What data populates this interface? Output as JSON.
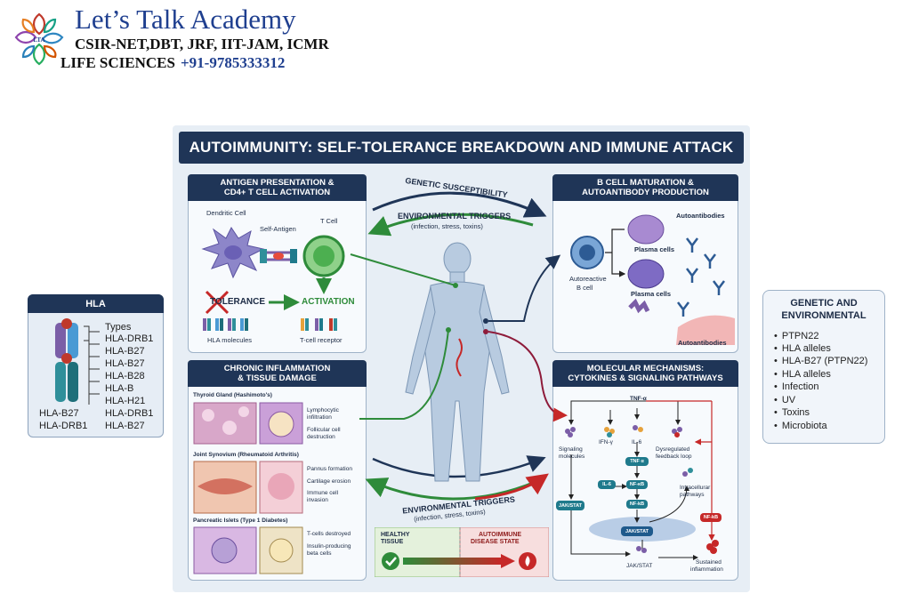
{
  "header": {
    "title": "Let’s Talk Academy",
    "line1": "CSIR-NET,DBT, JRF, IIT-JAM, ICMR",
    "line2_label": "LIFE SCIENCES",
    "phone": "+91-9785333312",
    "logo_icon": "academy-logo-icon"
  },
  "poster": {
    "title": "AUTOIMMUNITY: SELF-TOLERANCE BREAKDOWN AND IMMUNE ATTACK",
    "top_arrow_upper": "GENETIC SUSCEPTIBILITY",
    "top_arrow_lower": "ENVIRONMENTAL TRIGGERS",
    "top_arrow_sub": "(infection, stress, toxins)",
    "bottom_arrow_lower": "ENVIRONMENTAL TRIGGERS",
    "bottom_arrow_sub": "(infection, stress, toxins)",
    "panel_antigen": {
      "title_line1": "ANTIGEN PRESENTATION &",
      "title_line2": "CD4+ T CELL ACTIVATION",
      "dendritic": "Dendritic Cell",
      "self_antigen": "Self-Antigen",
      "t_cell": "T Cell",
      "tolerance": "TOLERANCE",
      "activation": "ACTIVATION",
      "hla_molecules": "HLA molecules",
      "tcr": "T-cell receptor"
    },
    "panel_bcell": {
      "title_line1": "B CELL MATURATION &",
      "title_line2": "AUTOANTIBODY PRODUCTION",
      "autoantibodies_top": "Autoantibodies",
      "plasma1": "Plasma cells",
      "plasma2": "Plasma cells",
      "autoreactive_1": "Autoreactive",
      "autoreactive_2": "B cell",
      "autoantibodies_bottom": "Autoantibodies"
    },
    "panel_inflammation": {
      "title_line1": "CHRONIC INFLAMMATION",
      "title_line2": "& TISSUE DAMAGE",
      "thyroid": "Thyroid Gland (Hashimoto's)",
      "thyroid_1a": "Lymphocytic",
      "thyroid_1b": "infiltration",
      "thyroid_2a": "Follicular cell",
      "thyroid_2b": "destruction",
      "joint": "Joint Synovium (Rheumatoid Arthritis)",
      "joint_1": "Pannus formation",
      "joint_2": "Cartilage erosion",
      "joint_3a": "Immune cell",
      "joint_3b": "invasion",
      "pancreas": "Pancreatic Islets (Type 1 Diabetes)",
      "pancreas_1": "T-cells destroyed",
      "pancreas_2a": "Insulin-producing",
      "pancreas_2b": "beta cells"
    },
    "panel_molecular": {
      "title_line1": "MOLECULAR MECHANISMS:",
      "title_line2": "CYTOKINES & SIGNALING PATHWAYS",
      "tnf": "TNF-α",
      "ifn": "IFN-γ",
      "il6": "IL-6",
      "signaling_a": "Signaling",
      "signaling_b": "molecules",
      "dysreg_a": "Dysregulated",
      "dysreg_b": "feedback loop",
      "pill_tnf": "TNF α",
      "pill_il6": "IL-6",
      "pill_nfkb1": "NF-κB",
      "pill_nfkb2": "NF-kB",
      "pill_jak_left": "JAK/STAT",
      "pill_jak_mid": "JAK/STAT",
      "pill_nfkb_red": "NF-kB",
      "intracellular_a": "Intracellurar",
      "intracellular_b": "pathways",
      "jak_bottom": "JAK/STAT",
      "sustained_a": "Sustained",
      "sustained_b": "inflammation"
    },
    "state_bar": {
      "healthy_a": "HEALTHY",
      "healthy_b": "TISSUE",
      "disease_a": "AUTOIMMUNE",
      "disease_b": "DISEASE STATE"
    }
  },
  "hla_box": {
    "title": "HLA",
    "types_label": "Types",
    "types": [
      "HLA-DRB1",
      "HLA-B27",
      "HLA-B27",
      "HLA-B28",
      "HLA-B",
      "HLA-H21",
      "HLA-DRB1",
      "HLA-B27"
    ],
    "left_label_1": "HLA-B27",
    "left_label_2": "HLA-DRB1"
  },
  "genetic_box": {
    "title_line1": "GENETIC AND",
    "title_line2": "ENVIRONMENTAL",
    "items": [
      "PTPN22",
      "HLA alleles",
      "HLA-B27 (PTPN22)",
      "HLA alleles",
      "Infection",
      "UV",
      "Toxins",
      "Microbiota"
    ]
  },
  "colors": {
    "navy": "#1f3557",
    "green": "#2e8b3a",
    "red": "#c62828",
    "teal": "#1f7a8c",
    "purple": "#7b5ea7"
  }
}
